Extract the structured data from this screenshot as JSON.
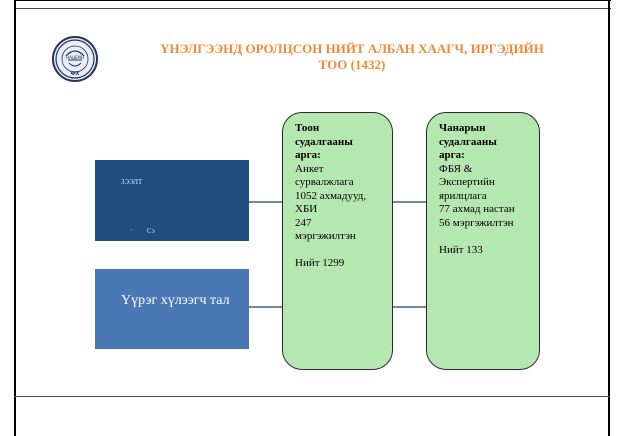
{
  "title": {
    "line1": "ҮНЭЛГЭЭНД ОРОЛЦСОН НИЙТ АЛБАН ХААГЧ, ИРГЭДИЙН",
    "line2": "ТОО (1432)"
  },
  "logo": {
    "icon": "emblem-seal-icon",
    "text_top": "НАЦЕМН",
    "text_bottom": "ФХ"
  },
  "left_boxes": {
    "top": {
      "small_text_1": "ЗЭЭЛТ",
      "small_text_2": "Сэ",
      "color": "#1f4d7e"
    },
    "bottom": {
      "label": "Үүрэг хүлээгч тал",
      "color": "#4a78b5"
    }
  },
  "quantitative": {
    "title_lines": [
      "Тоон",
      "судалгааны",
      "арга:"
    ],
    "body_lines": [
      "Анкет",
      "сурвалжлага",
      "1052 ахмадууд,",
      "ХБИ",
      "247",
      "мэргэжилтэн"
    ],
    "total": "Нийт 1299"
  },
  "qualitative": {
    "title_lines": [
      "Чанарын",
      "судалгааны",
      "арга:"
    ],
    "body_lines": [
      "ФБЯ &",
      "Экспертийн",
      "ярилцлага",
      "77 ахмад настан",
      "56 мэргэжилтэн"
    ],
    "total": "Нийт 133"
  },
  "colors": {
    "title": "#f28a33",
    "green_box": "#b5e8b0",
    "connector": "#6a8aa6"
  }
}
